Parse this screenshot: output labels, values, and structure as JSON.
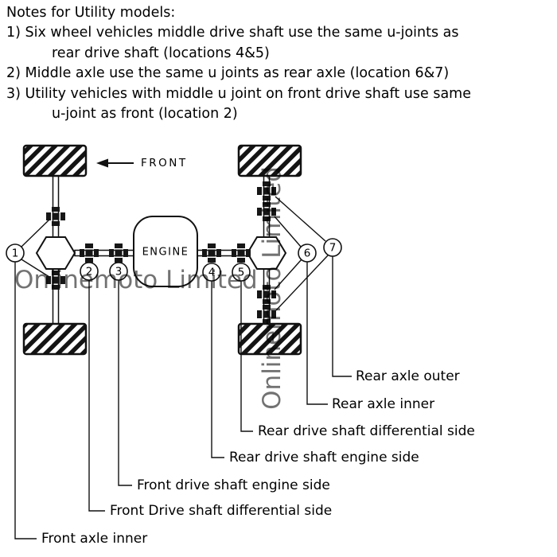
{
  "notes": {
    "title": "Notes for Utility models:",
    "note1_line1": "1) Six wheel vehicles middle drive shaft use the same u-joints as",
    "note1_line2": "rear drive shaft (locations 4&5)",
    "note2": "2) Middle axle use the same u joints as rear axle (location 6&7)",
    "note3_line1": "3) Utility vehicles with middle u joint on front drive shaft use same",
    "note3_line2": "u-joint as front (location 2)"
  },
  "diagram": {
    "front_arrow_label": "FRONT",
    "engine_label": "ENGINE",
    "watermark": "Onlinemoto Limited",
    "locations": [
      {
        "num": "1",
        "label": "Front axle inner"
      },
      {
        "num": "2",
        "label": "Front Drive shaft differential side"
      },
      {
        "num": "3",
        "label": "Front drive shaft engine side"
      },
      {
        "num": "4",
        "label": "Rear drive shaft engine side"
      },
      {
        "num": "5",
        "label": "Rear drive shaft differential side"
      },
      {
        "num": "6",
        "label": "Rear axle inner"
      },
      {
        "num": "7",
        "label": "Rear axle outer"
      }
    ],
    "colors": {
      "line": "#111111",
      "background": "#ffffff",
      "watermark": "#9e9e9e"
    }
  }
}
